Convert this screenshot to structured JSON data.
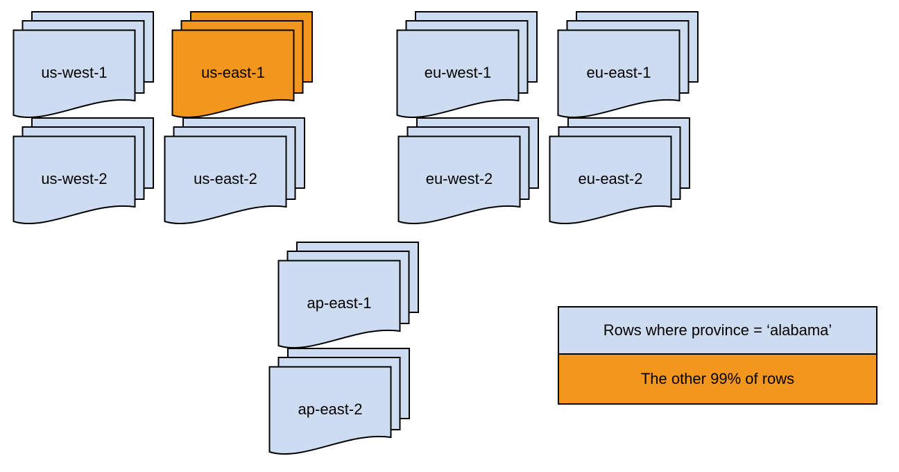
{
  "colors": {
    "blue": "#cddcf0",
    "orange": "#f2961d",
    "stroke": "#000000",
    "background": "#ffffff",
    "text": "#000000"
  },
  "stacks": [
    {
      "id": "us-west-1",
      "label": "us-west-1",
      "variant": "blue"
    },
    {
      "id": "us-east-1",
      "label": "us-east-1",
      "variant": "orange"
    },
    {
      "id": "eu-west-1",
      "label": "eu-west-1",
      "variant": "blue"
    },
    {
      "id": "eu-east-1",
      "label": "eu-east-1",
      "variant": "blue"
    },
    {
      "id": "us-west-2",
      "label": "us-west-2",
      "variant": "blue"
    },
    {
      "id": "us-east-2",
      "label": "us-east-2",
      "variant": "blue"
    },
    {
      "id": "eu-west-2",
      "label": "eu-west-2",
      "variant": "blue"
    },
    {
      "id": "eu-east-2",
      "label": "eu-east-2",
      "variant": "blue"
    },
    {
      "id": "ap-east-1",
      "label": "ap-east-1",
      "variant": "blue"
    },
    {
      "id": "ap-east-2",
      "label": "ap-east-2",
      "variant": "blue"
    }
  ],
  "legend": {
    "items": [
      {
        "label": "Rows where province = ‘alabama’",
        "variant": "blue"
      },
      {
        "label": "The other 99% of rows",
        "variant": "orange"
      }
    ]
  }
}
